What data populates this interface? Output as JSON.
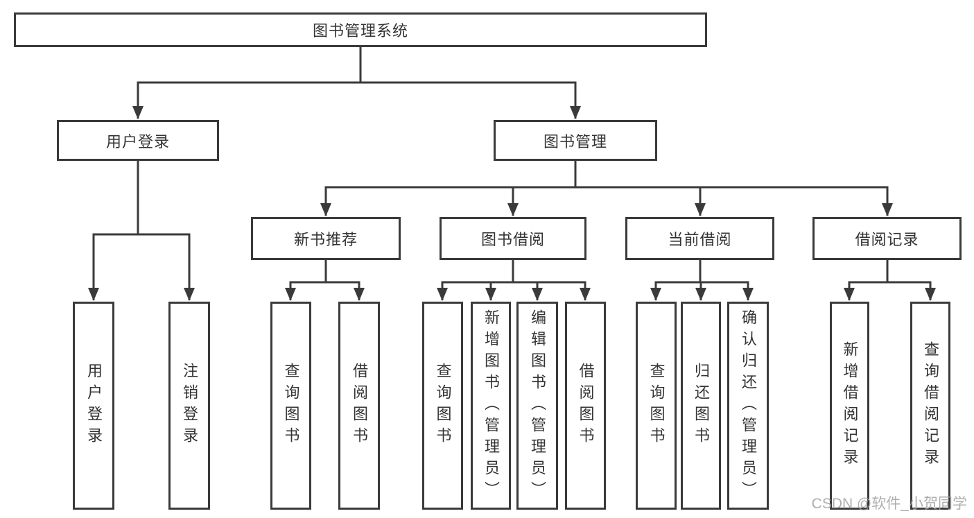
{
  "colors": {
    "line": "#3a3a3a",
    "text": "#333333",
    "watermark": "#a0a0a0",
    "background": "#ffffff"
  },
  "tree": {
    "root": {
      "label": "图书管理系统"
    },
    "user_login": {
      "label": "用户登录",
      "children": [
        {
          "label": "用户登录"
        },
        {
          "label": "注销登录"
        }
      ]
    },
    "book_management": {
      "label": "图书管理",
      "sections": [
        {
          "label": "新书推荐",
          "children": [
            {
              "label": "查询图书"
            },
            {
              "label": "借阅图书"
            }
          ]
        },
        {
          "label": "图书借阅",
          "children": [
            {
              "label": "查询图书"
            },
            {
              "label": "新增图书（管理员）"
            },
            {
              "label": "编辑图书（管理员）"
            },
            {
              "label": "借阅图书"
            }
          ]
        },
        {
          "label": "当前借阅",
          "children": [
            {
              "label": "查询图书"
            },
            {
              "label": "归还图书"
            },
            {
              "label": "确认归还（管理员）"
            }
          ]
        },
        {
          "label": "借阅记录",
          "children": [
            {
              "label": "新增借阅记录"
            },
            {
              "label": "查询借阅记录"
            }
          ]
        }
      ]
    }
  },
  "watermark": "CSDN @软件_小贺同学"
}
